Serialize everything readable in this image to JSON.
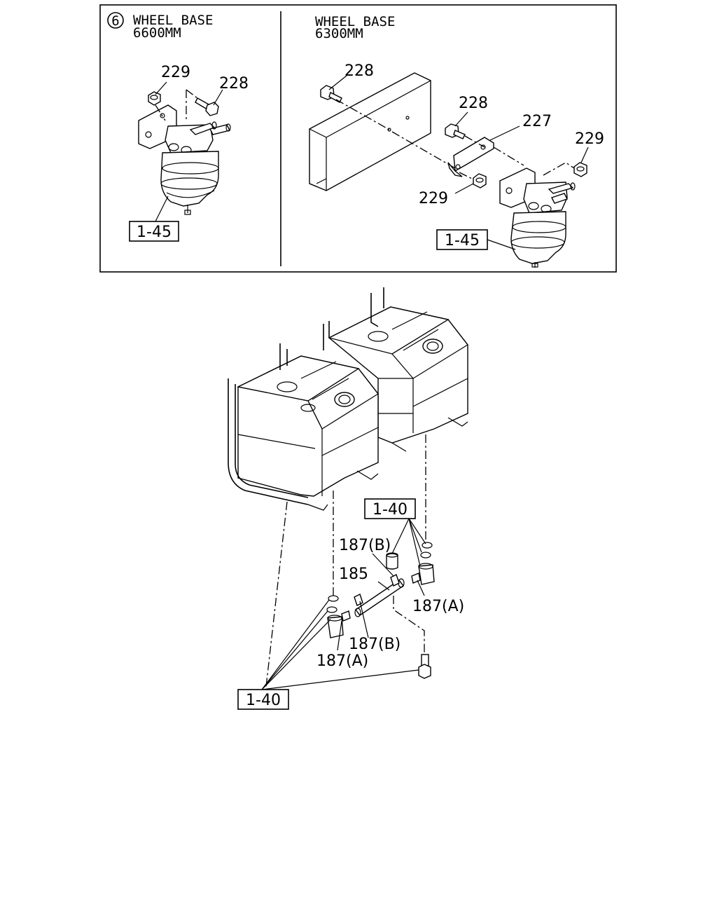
{
  "inset": {
    "marker": "6",
    "left": {
      "header_line1": "WHEEL BASE",
      "header_line2": "6600MM"
    },
    "right": {
      "header_line1": "WHEEL BASE",
      "header_line2": "6300MM"
    }
  },
  "callouts": {
    "left_229": "229",
    "left_228": "228",
    "left_ref": "1-45",
    "right_228_top": "228",
    "right_228_mid": "228",
    "right_227": "227",
    "right_229_top": "229",
    "right_229_bottom": "229",
    "right_ref": "1-45",
    "main_ref_top": "1-40",
    "main_ref_bottom": "1-40",
    "p187b_top": "187(B)",
    "p185": "185",
    "p187a_right": "187(A)",
    "p187b_bottom": "187(B)",
    "p187a_left": "187(A)"
  }
}
